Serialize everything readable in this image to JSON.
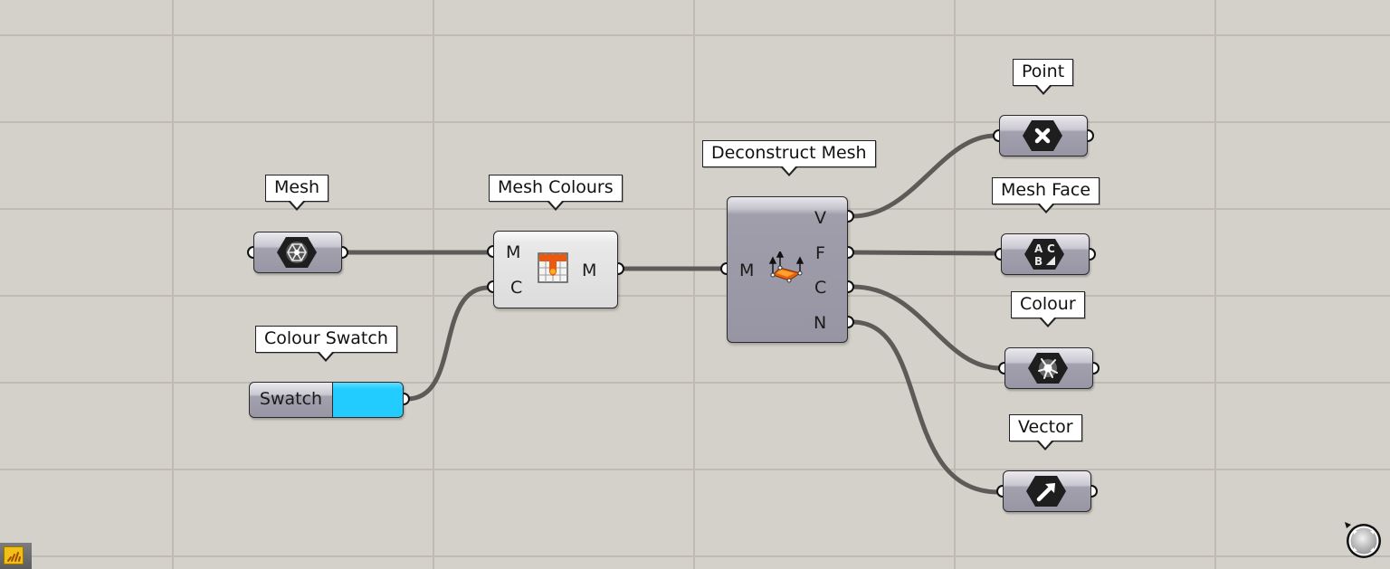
{
  "canvas": {
    "background": "#d4d0ca",
    "grid_color": "#bfbbb4",
    "grid_x": [
      191,
      479,
      767,
      1055,
      1343
    ],
    "grid_y": [
      39,
      135,
      231,
      327,
      423,
      519,
      615
    ],
    "wire_color": "#5d5b57"
  },
  "components": {
    "mesh": {
      "tooltip": "Mesh",
      "icon": "mesh-hexagon-icon"
    },
    "colour_swatch": {
      "tooltip": "Colour Swatch",
      "label": "Swatch",
      "color": "#22ccff"
    },
    "mesh_colours": {
      "tooltip": "Mesh Colours",
      "inputs": [
        "M",
        "C"
      ],
      "outputs": [
        "M"
      ],
      "icon": "mesh-colour-icon"
    },
    "deconstruct_mesh": {
      "tooltip": "Deconstruct Mesh",
      "inputs": [
        "M"
      ],
      "outputs": [
        "V",
        "F",
        "C",
        "N"
      ],
      "icon": "deconstruct-mesh-icon"
    },
    "point": {
      "tooltip": "Point",
      "icon": "point-x-icon"
    },
    "mesh_face": {
      "tooltip": "Mesh Face",
      "icon": "mesh-face-abc-icon"
    },
    "colour": {
      "tooltip": "Colour",
      "icon": "colour-burst-icon"
    },
    "vector": {
      "tooltip": "Vector",
      "icon": "vector-arrow-icon"
    }
  },
  "status": {
    "bottom_left_icon": "grasshopper-status-icon",
    "bottom_right_widget": "canvas-navigation-widget"
  }
}
